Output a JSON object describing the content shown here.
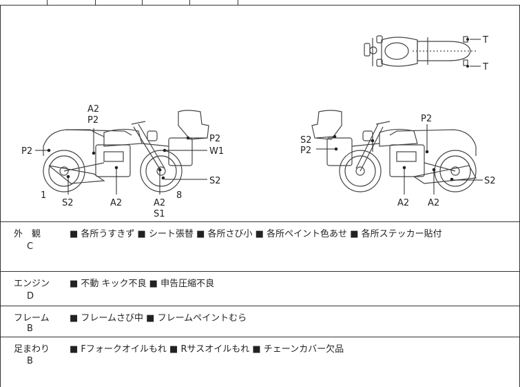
{
  "diagram": {
    "top_view": {
      "labels": [
        "T",
        "T"
      ]
    },
    "left_view": {
      "labels": [
        "A2",
        "P2",
        "P2",
        "P2",
        "W1",
        "S2",
        "1",
        "S2",
        "A2",
        "A2",
        "S1",
        "8"
      ]
    },
    "right_view": {
      "labels": [
        "P2",
        "S2",
        "P2",
        "S2",
        "A2",
        "A2"
      ]
    }
  },
  "sections": [
    {
      "category": "外　観",
      "grade": "C",
      "items": "■ 各所うすきず ■ シート張替 ■ 各所さび小 ■ 各所ペイント色あせ ■ 各所ステッカー貼付"
    },
    {
      "category": "エンジン",
      "grade": "D",
      "items": "■ 不動 キック不良 ■ 申告圧縮不良"
    },
    {
      "category": "フレーム",
      "grade": "B",
      "items": "■ フレームさび中 ■ フレームペイントむら"
    },
    {
      "category": "足まわり",
      "grade": "B",
      "items": "■ Fフォークオイルもれ ■ Rサスオイルもれ ■ チェーンカバー欠品"
    }
  ]
}
